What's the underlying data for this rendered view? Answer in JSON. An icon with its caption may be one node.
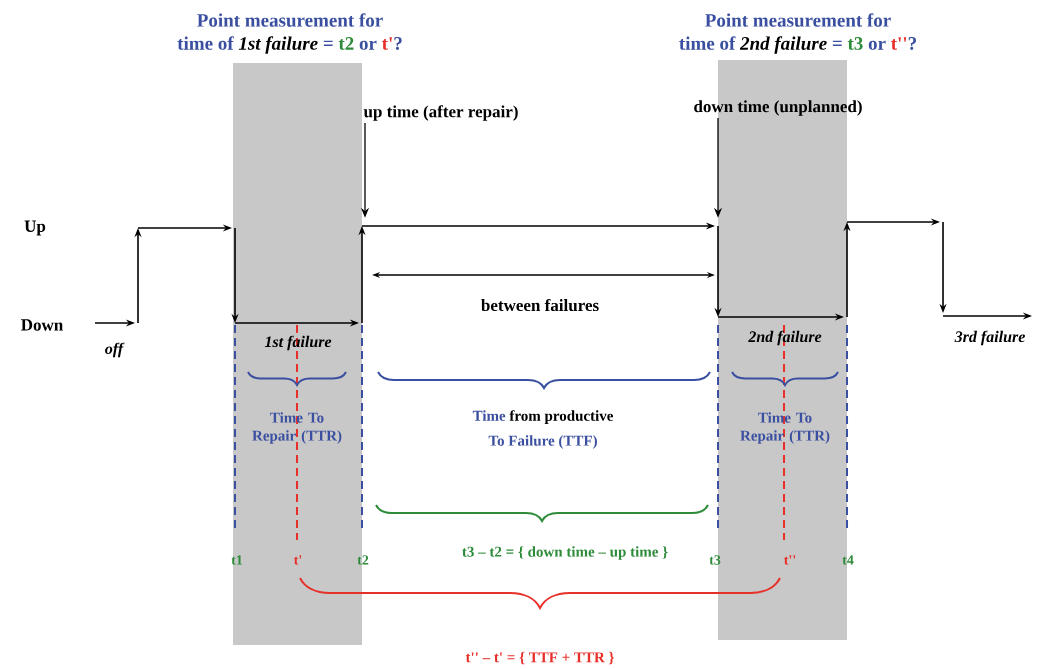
{
  "diagram": {
    "nodes": [
      {
        "text": [
          "up time (after repair)"
        ]
      },
      {
        "text": [
          "down time (unplanned)"
        ]
      },
      {
        "text": [],
        "shape": "picture"
      }
    ],
    "edges": [
      {
        "from": 0,
        "to": 2,
        "arrow": "to"
      },
      {
        "from": 1,
        "to": 2,
        "arrow": "to"
      }
    ],
    "labels": [
      "Point measurement for",
      "time of",
      "1st failure",
      "=",
      "t2",
      "or",
      "t'",
      "?",
      "Point measurement for",
      "time of",
      "2nd failure",
      "=",
      "t3",
      "or",
      "t''",
      "?",
      "Up",
      "Down",
      "off",
      "1st failure",
      "between failures",
      "2nd failure",
      "3rd failure",
      "Time To Repair (TTR)",
      "Time",
      "from productive",
      "To Failure (TTF)",
      "Time To Repair (TTR)",
      "t3 – t2 = { down time – up time }",
      "t1",
      "t'",
      "t2",
      "t3",
      "t''",
      "t4",
      "t'' – t' = { TTF + TTR }"
    ]
  }
}
